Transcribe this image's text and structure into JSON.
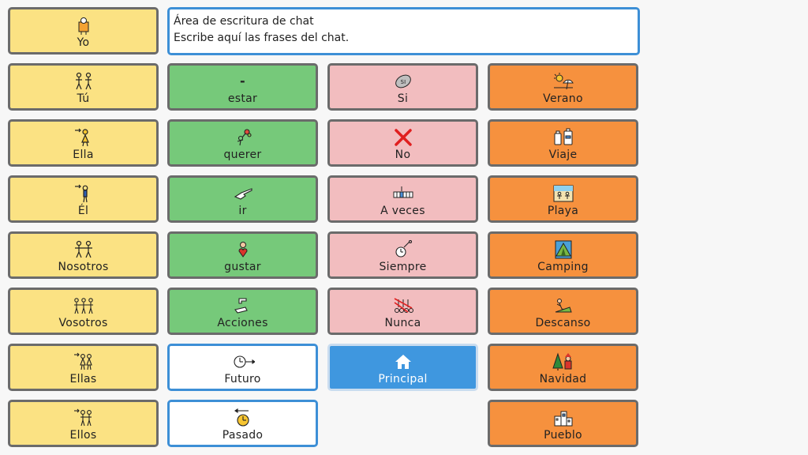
{
  "chat": {
    "line1": "Área de escritura de chat",
    "line2": "Escribe aquí las frases del chat."
  },
  "cells": {
    "yo": "Yo",
    "tu": "Tú",
    "ella": "Ella",
    "el": "Él",
    "nosotros": "Nosotros",
    "vosotros": "Vosotros",
    "ellas": "Ellas",
    "ellos": "Ellos",
    "estar": "estar",
    "estar_symbol": "-",
    "querer": "querer",
    "ir": "ir",
    "gustar": "gustar",
    "acciones": "Acciones",
    "futuro": "Futuro",
    "pasado": "Pasado",
    "si": "Si",
    "si_symbol": "SI",
    "no": "No",
    "a_veces": "A veces",
    "siempre": "Siempre",
    "nunca": "Nunca",
    "principal": "Principal",
    "verano": "Verano",
    "viaje": "Viaje",
    "playa": "Playa",
    "camping": "Camping",
    "descanso": "Descanso",
    "navidad": "Navidad",
    "pueblo": "Pueblo"
  },
  "colors": {
    "pronouns": "#fbe283",
    "verbs": "#76c97a",
    "adverbs": "#f2bdbf",
    "topics": "#f6913e",
    "nav_blue": "#3f97df",
    "accent_border": "#3d8fd6"
  }
}
